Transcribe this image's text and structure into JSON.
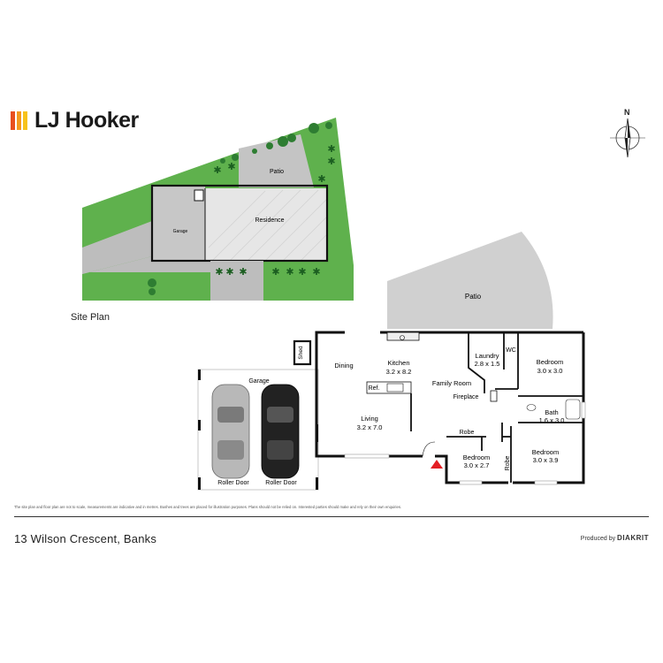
{
  "brand": {
    "name": "LJ Hooker",
    "bar_colors": [
      "#e8501e",
      "#f39a1e",
      "#f7c21b"
    ]
  },
  "compass": {
    "north_label": "N"
  },
  "site_plan": {
    "title": "Site Plan",
    "labels": {
      "patio": "Patio",
      "residence": "Residence",
      "garage": "Garage"
    }
  },
  "floor_plan": {
    "patio": "Patio",
    "shed": "Shed",
    "garage": {
      "name": "Garage",
      "door_left": "Roller Door",
      "door_right": "Roller Door"
    },
    "dining": "Dining",
    "kitchen": {
      "name": "Kitchen",
      "size": "3.2 x 8.2"
    },
    "ref": "Ref.",
    "living": {
      "name": "Living",
      "size": "3.2 x 7.0"
    },
    "family": "Family Room",
    "fireplace": "Fireplace",
    "laundry": {
      "name": "Laundry",
      "size": "2.8 x 1.5"
    },
    "wc": "WC",
    "bedroom_1": {
      "name": "Bedroom",
      "size": "3.0 x 3.0"
    },
    "bath": {
      "name": "Bath",
      "size": "1.6 x 3.0"
    },
    "bedroom_2": {
      "name": "Bedroom",
      "size": "3.0 x 3.9"
    },
    "bedroom_3": {
      "name": "Bedroom",
      "size": "3.0 x 2.7"
    },
    "robe_1": "Robe",
    "robe_2": "Robe"
  },
  "colors": {
    "lawn": "#5fb14d",
    "paving": "#bdbdbd",
    "wall": "#111111",
    "entry_arrow": "#e31e24"
  },
  "footer": {
    "disclaimer": "The site plan and floor plan are not to scale, measurements are indicative and in metres. Bushes and trees are placed for illustration purposes. Plans should not be relied on. Interested parties should make and rely on their own enquiries.",
    "address": "13 Wilson Crescent, Banks",
    "produced_by": "Produced by",
    "producer": "DIAKRIT"
  }
}
